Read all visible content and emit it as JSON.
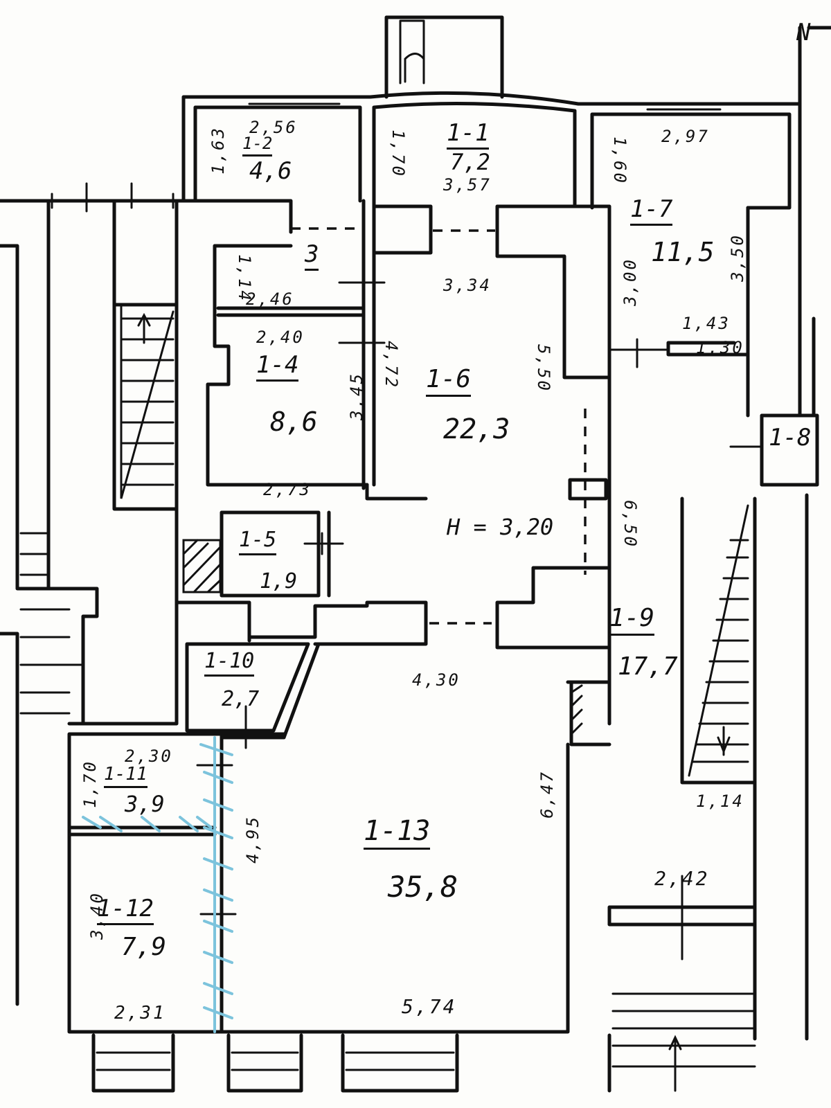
{
  "plan": {
    "ceiling_height": "H = 3,20",
    "corner_mark": "N",
    "rooms": [
      {
        "id": "1-1",
        "area": "7,2"
      },
      {
        "id": "1-2",
        "area": "4,6"
      },
      {
        "id": "3",
        "area": ""
      },
      {
        "id": "1-4",
        "area": "8,6"
      },
      {
        "id": "1-5",
        "area": "1,9"
      },
      {
        "id": "1-6",
        "area": "22,3"
      },
      {
        "id": "1-7",
        "area": "11,5"
      },
      {
        "id": "1-8",
        "area": ""
      },
      {
        "id": "1-9",
        "area": "17,7"
      },
      {
        "id": "1-10",
        "area": "2,7"
      },
      {
        "id": "1-11",
        "area": "3,9"
      },
      {
        "id": "1-12",
        "area": "7,9"
      },
      {
        "id": "1-13",
        "area": "35,8"
      }
    ],
    "dimensions": {
      "r2_top": "2,56",
      "r2_side": "1,63",
      "r1_side": "1,70",
      "r1_bottom": "3,57",
      "r7_top": "2,97",
      "r7_side": "1,60",
      "r7_side2": "3,00",
      "r7_side3": "3,50",
      "r3_side": "1,14",
      "r3_bottom": "2,46",
      "r6_top": "3,34",
      "r6_side": "4,72",
      "r6_side2": "5,50",
      "r4_top": "2,40",
      "r4_side": "3,45",
      "r4_bottom": "2,73",
      "r9_a": "1,43",
      "r9_b": "1,30",
      "r9_side": "6,50",
      "r13_top": "4,30",
      "r13_side": "6,47",
      "r13_side2": "4,95",
      "r13_bottom": "5,74",
      "r11_top": "2,30",
      "r11_side": "1,70",
      "r12_side": "3,40",
      "r12_bottom": "2,31",
      "stair_right": "1,14",
      "corr_width": "2,42"
    }
  }
}
